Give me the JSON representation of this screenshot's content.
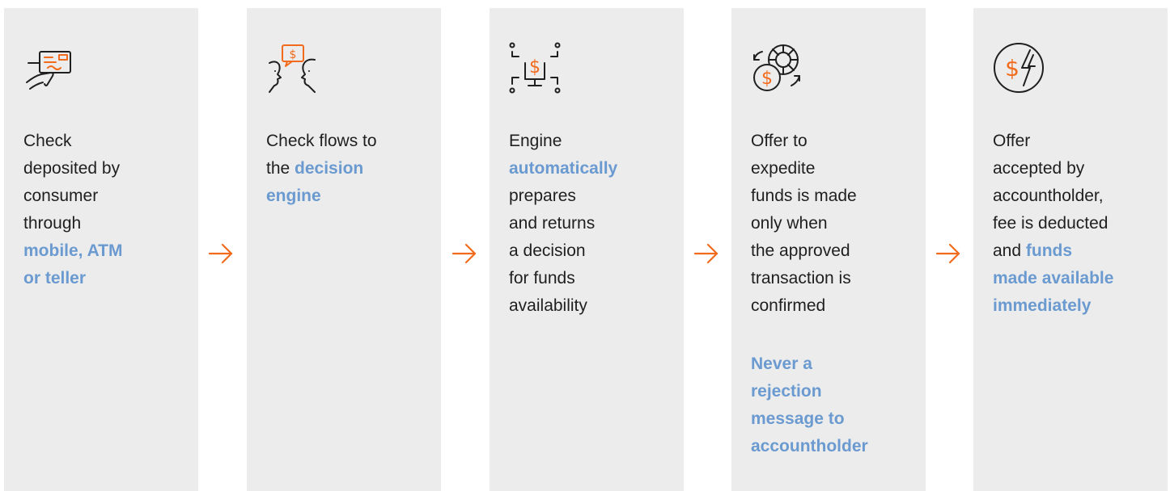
{
  "colors": {
    "panel_bg": "#ececec",
    "text": "#1f1f1f",
    "highlight": "#6a9ad0",
    "accent": "#f26b1d",
    "icon_stroke": "#1f1f1f"
  },
  "steps": [
    {
      "icon": "card-deposit-icon",
      "lines": [
        {
          "t": "Check",
          "h": false
        },
        {
          "t": "deposited by",
          "h": false
        },
        {
          "t": "consumer",
          "h": false
        },
        {
          "t": "through",
          "h": false
        },
        {
          "t": "mobile, ATM",
          "h": true
        },
        {
          "t": "or teller",
          "h": true
        }
      ]
    },
    {
      "icon": "conversation-dollar-icon",
      "lines": [
        {
          "t": "Check flows to",
          "h": false
        },
        {
          "t": "the decision",
          "h": false,
          "h_part": "decision"
        },
        {
          "t": "engine",
          "h": true
        }
      ]
    },
    {
      "icon": "monitor-dollar-icon",
      "lines": [
        {
          "t": "Engine",
          "h": false
        },
        {
          "t": "automatically",
          "h": true
        },
        {
          "t": "prepares",
          "h": false
        },
        {
          "t": "and returns",
          "h": false
        },
        {
          "t": "a decision",
          "h": false
        },
        {
          "t": "for funds",
          "h": false
        },
        {
          "t": "availability",
          "h": false
        }
      ]
    },
    {
      "icon": "coin-exchange-icon",
      "lines": [
        {
          "t": "Offer to",
          "h": false
        },
        {
          "t": "expedite",
          "h": false
        },
        {
          "t": "funds is made",
          "h": false
        },
        {
          "t": "only when",
          "h": false
        },
        {
          "t": "the approved",
          "h": false
        },
        {
          "t": "transaction is",
          "h": false
        },
        {
          "t": "confirmed",
          "h": false
        }
      ],
      "note": [
        "Never a",
        "rejection",
        "message to",
        "accountholder"
      ]
    },
    {
      "icon": "instant-funds-icon",
      "lines": [
        {
          "t": "Offer",
          "h": false
        },
        {
          "t": "accepted by",
          "h": false
        },
        {
          "t": "accountholder,",
          "h": false
        },
        {
          "t": "fee is deducted",
          "h": false
        },
        {
          "t": "and funds",
          "h": false,
          "h_part": "funds"
        },
        {
          "t": "made available",
          "h": true
        },
        {
          "t": "immediately",
          "h": true
        }
      ]
    }
  ]
}
